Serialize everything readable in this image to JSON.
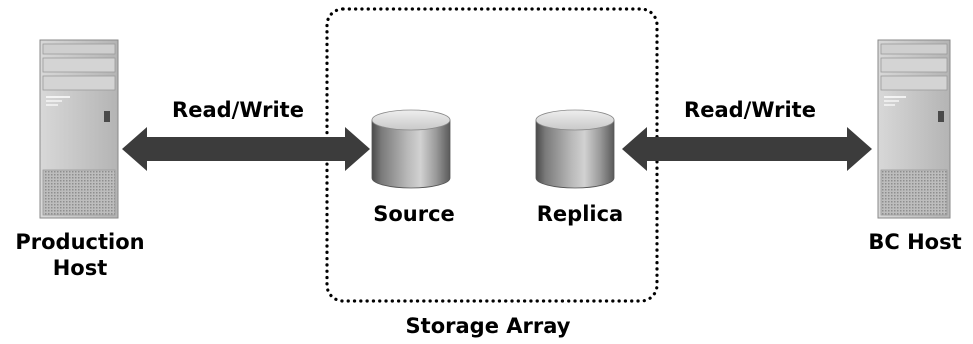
{
  "labels": {
    "read_write_left": "Read/Write",
    "read_write_right": "Read/Write",
    "source": "Source",
    "replica": "Replica",
    "production_host_line1": "Production",
    "production_host_line2": "Host",
    "bc_host": "BC Host",
    "storage_array": "Storage Array"
  },
  "colors": {
    "arrow": "#3c3c3c",
    "boundary": "#000000",
    "server_body": "#c4c4c4",
    "disk_body": "#a8a8a8"
  }
}
